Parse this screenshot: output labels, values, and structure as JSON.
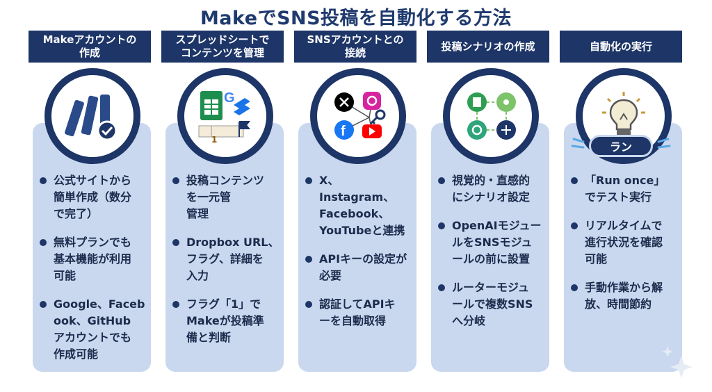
{
  "title": "MakeでSNS投稿を自動化する方法",
  "columns": [
    {
      "header": "Makeアカウントの\n作成",
      "icon": "make-logo-icon",
      "bullets": [
        "公式サイトから\n簡単作成（数分\nで完了）",
        "無料プランでも\n基本機能が利用\n可能",
        "Google、Faceb\nook、GitHub\nアカウントでも\n作成可能"
      ]
    },
    {
      "header": "スプレッドシートで\nコンテンツを管理",
      "icon": "spreadsheet-dropbox-icon",
      "badge": "1",
      "bullets": [
        "投稿コンテンツ\nを一元管\n管理",
        "Dropbox URL、\nフラグ、詳細を\n入力",
        "フラグ「1」で\nMakeが投稿準\n備と判断"
      ]
    },
    {
      "header": "SNSアカウントとの\n接続",
      "icon": "sns-key-icon",
      "bullets": [
        "X、Instagram、\nFacebook、\nYouTubeと連携",
        "APIキーの設定が\n必要",
        "認証してAPIキ\nーを自動取得"
      ]
    },
    {
      "header": "投稿シナリオの作成",
      "icon": "scenario-flow-icon",
      "bullets": [
        "視覚的・直感的\nにシナリオ設定",
        "OpenAIモジュー\nルをSNSモジュ\nールの前に設置",
        "ルーターモジュ\nールで複数SNS\nへ分岐"
      ]
    },
    {
      "header": "自動化の実行",
      "icon": "lightbulb-icon",
      "button": "ラン",
      "bullets": [
        "「Run once」\nでテスト実行",
        "リアルタイムで\n進行状況を確認\n可能",
        "手動作業から解\n放、時間節約"
      ]
    }
  ]
}
